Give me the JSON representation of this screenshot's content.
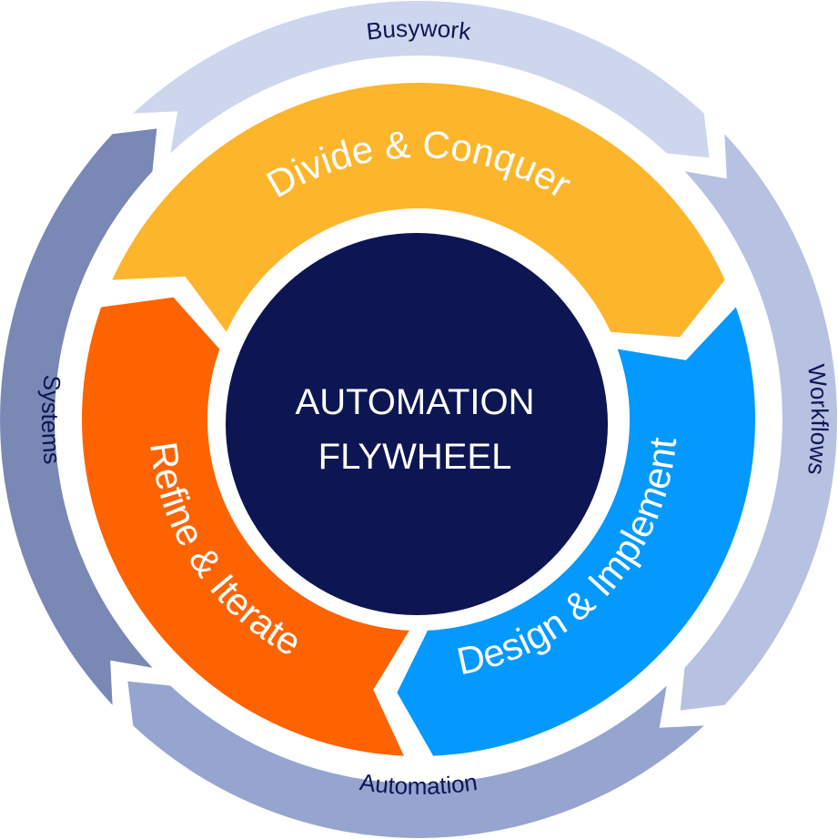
{
  "diagram": {
    "title_lines": [
      "AUTOMATION",
      "FLYWHEEL"
    ],
    "center_color": "#0d1653",
    "outer_ring": {
      "flow": "clockwise",
      "label_color": "#0d1653",
      "segments": [
        {
          "id": "busywork",
          "label": "Busywork",
          "color": "#cdd6ed"
        },
        {
          "id": "workflows",
          "label": "Workflows",
          "color": "#b7c1e2"
        },
        {
          "id": "automation",
          "label": "Automation",
          "color": "#96a4d0"
        },
        {
          "id": "systems",
          "label": "Systems",
          "color": "#7988b4"
        }
      ]
    },
    "inner_ring": {
      "flow": "clockwise",
      "label_color": "#ffffff",
      "segments": [
        {
          "id": "divide-conquer",
          "label": "Divide & Conquer",
          "color": "#fdb52b"
        },
        {
          "id": "design-implement",
          "label": "Design & Implement",
          "color": "#0399fe"
        },
        {
          "id": "refine-iterate",
          "label": "Refine & Iterate",
          "color": "#fe6301"
        }
      ]
    }
  }
}
